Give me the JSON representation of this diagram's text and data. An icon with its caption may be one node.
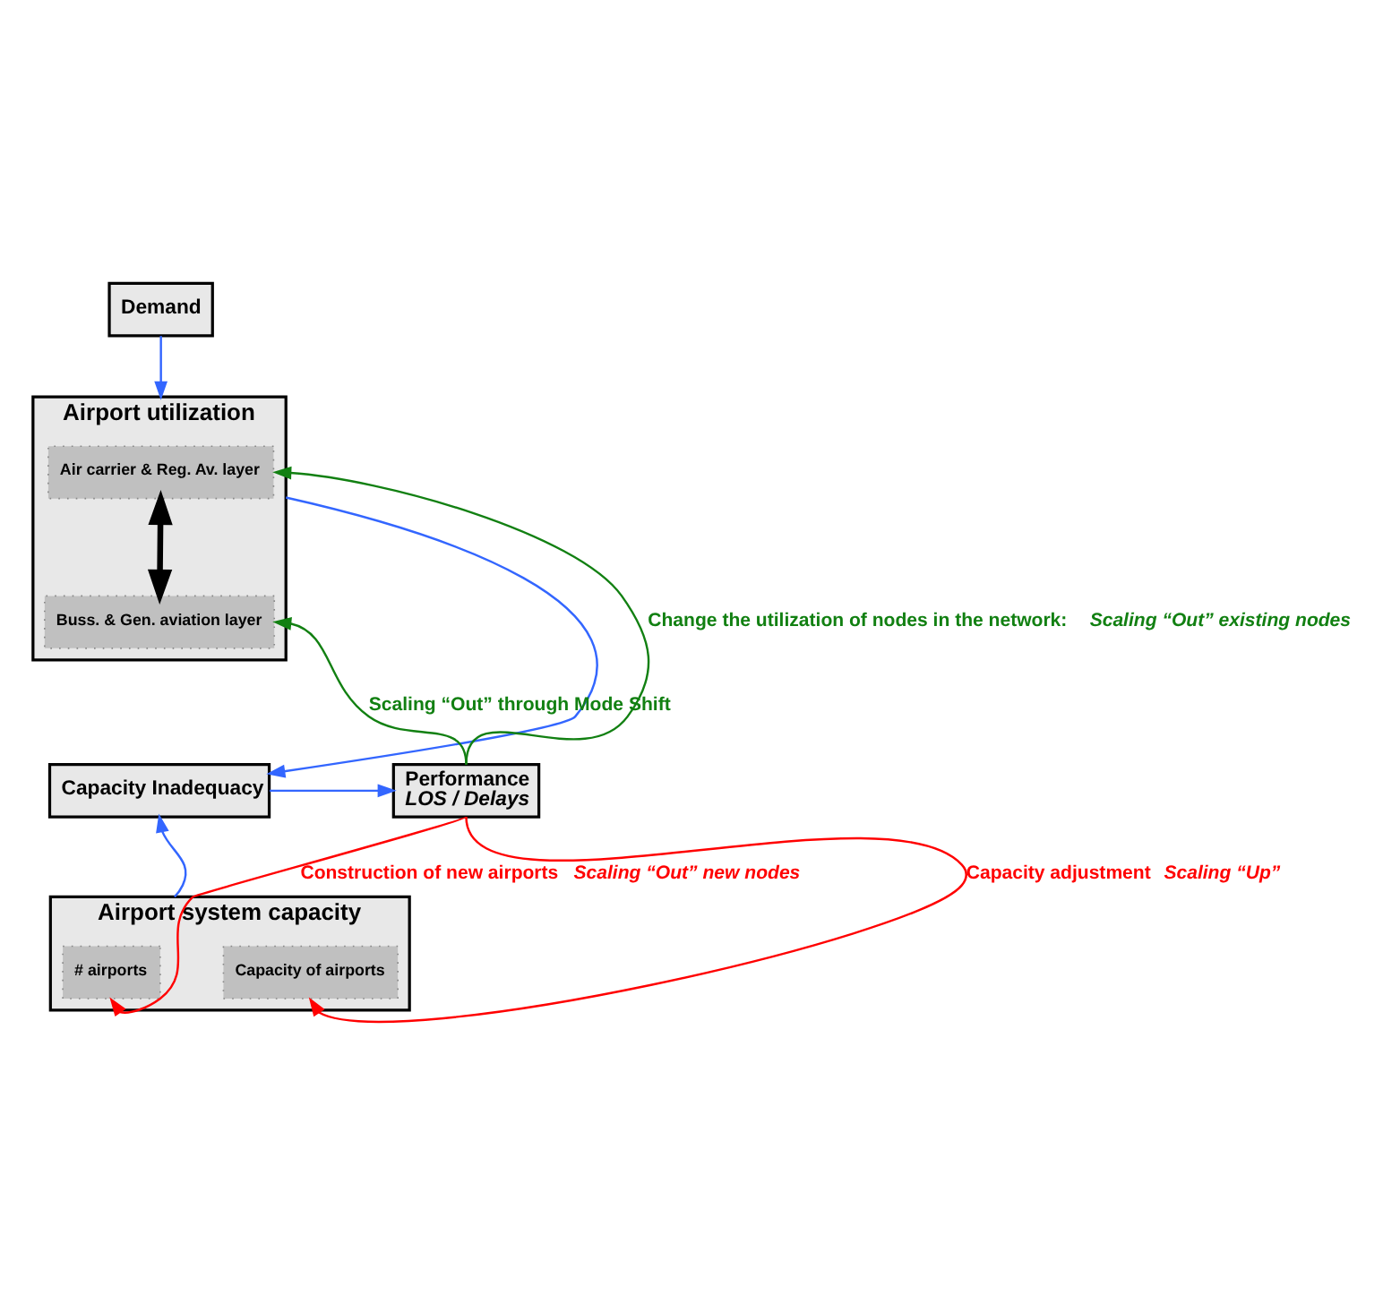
{
  "diagram": {
    "nodes": [
      {
        "text": [
          "Demand"
        ]
      },
      {
        "text": [
          "Airport utilization"
        ]
      },
      {
        "text": [
          "Air carrier & Reg. Av. layer"
        ],
        "in": 1
      },
      {
        "text": [
          "Buss. & Gen. aviation layer"
        ],
        "in": 1
      },
      {
        "text": [
          "Capacity Inadequacy"
        ]
      },
      {
        "text": [
          "Performance",
          "*LOS / Delays*"
        ]
      },
      {
        "text": [
          "Airport system capacity"
        ]
      },
      {
        "text": [
          "# airports"
        ],
        "in": 6
      },
      {
        "text": [
          "Capacity of airports"
        ],
        "in": 6
      }
    ],
    "edges": [
      {
        "from": 0,
        "to": 1,
        "arrow": "to",
        "color": "#3366ff"
      },
      {
        "from": 2,
        "to": 3,
        "arrow": "both",
        "color": "#000000",
        "style": "thick"
      },
      {
        "from": 1,
        "to": 4,
        "arrow": "to",
        "color": "#3366ff"
      },
      {
        "from": 6,
        "to": 4,
        "arrow": "to",
        "color": "#3366ff"
      },
      {
        "from": 4,
        "to": 5,
        "arrow": "to",
        "color": "#3366ff"
      },
      {
        "from": 5,
        "to": 2,
        "arrow": "to",
        "color": "#128012",
        "label": "Change the utilization of nodes in the network: *Scaling “Out” existing nodes*"
      },
      {
        "from": 5,
        "to": 3,
        "arrow": "to",
        "color": "#128012",
        "label": "Scaling “Out” through Mode Shift"
      },
      {
        "from": 5,
        "to": 8,
        "arrow": "to",
        "color": "#ff0000",
        "label": "Capacity adjustment *Scaling “Up”*"
      },
      {
        "from": 5,
        "to": 7,
        "arrow": "to",
        "color": "#ff0000",
        "label": "Construction of new airports *Scaling “Out” new nodes*"
      }
    ]
  }
}
